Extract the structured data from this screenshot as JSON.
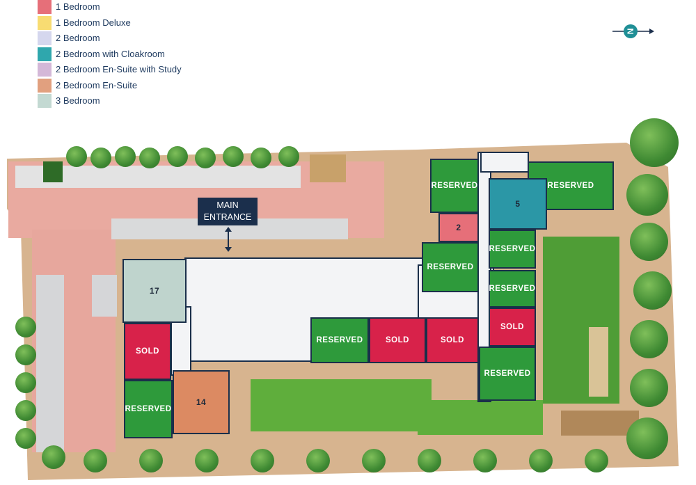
{
  "legend": [
    {
      "label": "1 Bedroom",
      "color": "#e66f79"
    },
    {
      "label": "1 Bedroom Deluxe",
      "color": "#f8dc72"
    },
    {
      "label": "2 Bedroom",
      "color": "#d5d7ee"
    },
    {
      "label": "2 Bedroom with Cloakroom",
      "color": "#2fa7ad"
    },
    {
      "label": "2 Bedroom En-Suite with Study",
      "color": "#d4b8d8"
    },
    {
      "label": "2 Bedroom En-Suite",
      "color": "#e1a07f"
    },
    {
      "label": "3 Bedroom",
      "color": "#c3d9d2"
    }
  ],
  "compass": {
    "letter": "N"
  },
  "entrance": {
    "line1": "MAIN",
    "line2": "ENTRANCE"
  },
  "units": {
    "u_res_top": "RESERVED",
    "u_res_nw": "RESERVED",
    "u_5": "5",
    "u_2": "2",
    "u_res_mid": "RESERVED",
    "u_res_e1": "RESERVED",
    "u_res_e2": "RESERVED",
    "u_sold_e": "SOLD",
    "u_res_se": "RESERVED",
    "u_17": "17",
    "u_sold_w": "SOLD",
    "u_res_sw": "RESERVED",
    "u_14": "14",
    "u_res_s": "RESERVED",
    "u_sold_s1": "SOLD",
    "u_sold_s2": "SOLD"
  }
}
